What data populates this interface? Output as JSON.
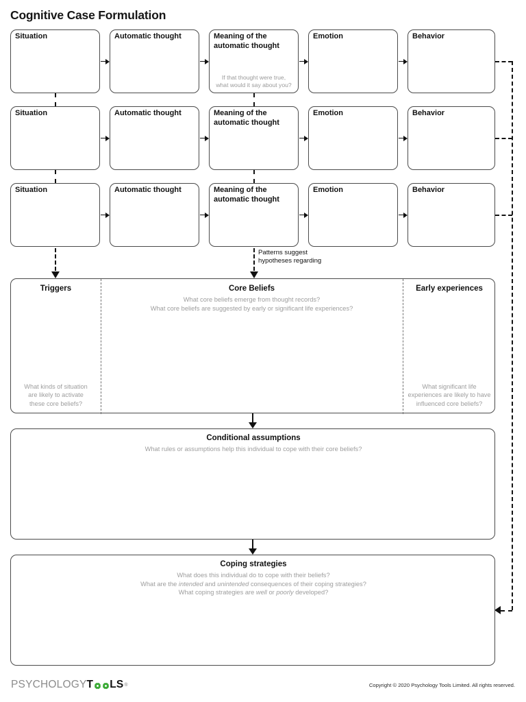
{
  "document": {
    "title": "Cognitive Case Formulation"
  },
  "thought_record": {
    "rows": [
      {
        "situation": "Situation",
        "automatic_thought": "Automatic thought",
        "meaning": "Meaning of the\nautomatic thought",
        "meaning_hint": "If that thought were true,\nwhat would it say about you?",
        "emotion": "Emotion",
        "behavior": "Behavior"
      },
      {
        "situation": "Situation",
        "automatic_thought": "Automatic thought",
        "meaning": "Meaning of the\nautomatic thought",
        "meaning_hint": "",
        "emotion": "Emotion",
        "behavior": "Behavior"
      },
      {
        "situation": "Situation",
        "automatic_thought": "Automatic thought",
        "meaning": "Meaning of the\nautomatic thought",
        "meaning_hint": "",
        "emotion": "Emotion",
        "behavior": "Behavior"
      }
    ],
    "column_headers": [
      "Situation",
      "Automatic thought",
      "Meaning of the automatic thought",
      "Emotion",
      "Behavior"
    ]
  },
  "annotations": {
    "patterns_note": "Patterns suggest\nhypotheses regarding"
  },
  "core_beliefs_panel": {
    "triggers_title": "Triggers",
    "triggers_hint": "What kinds of situation\nare likely to activate\nthese core beliefs?",
    "core_beliefs_title": "Core Beliefs",
    "core_beliefs_sub_line1": "What core beliefs emerge from thought records?",
    "core_beliefs_sub_line2": "What core beliefs are suggested by early or significant life experiences?",
    "early_experiences_title": "Early experiences",
    "early_experiences_hint": "What significant life\nexperiences are likely to have\ninfluenced core beliefs?"
  },
  "conditional_assumptions": {
    "title": "Conditional assumptions",
    "sub": "What rules or assumptions help this individual to cope with their core beliefs?"
  },
  "coping_strategies": {
    "title": "Coping strategies",
    "sub_line1": "What does this individual do to cope with their beliefs?",
    "sub_line2_a": "What are the ",
    "sub_line2_i1": "intended",
    "sub_line2_b": " and ",
    "sub_line2_i2": "unintended",
    "sub_line2_c": " consequences of their coping strategies?",
    "sub_line3_a": "What coping strategies are ",
    "sub_line3_i1": "well",
    "sub_line3_b": " or ",
    "sub_line3_i2": "poorly",
    "sub_line3_c": " developed?"
  },
  "footer": {
    "logo_light": "PSYCHOLOGY",
    "logo_bold_1": "T",
    "logo_bold_2": "LS",
    "logo_registered": "®",
    "logo_accent_color": "#3aaa35",
    "copyright": "Copyright © 2020 Psychology Tools Limited. All rights reserved."
  }
}
